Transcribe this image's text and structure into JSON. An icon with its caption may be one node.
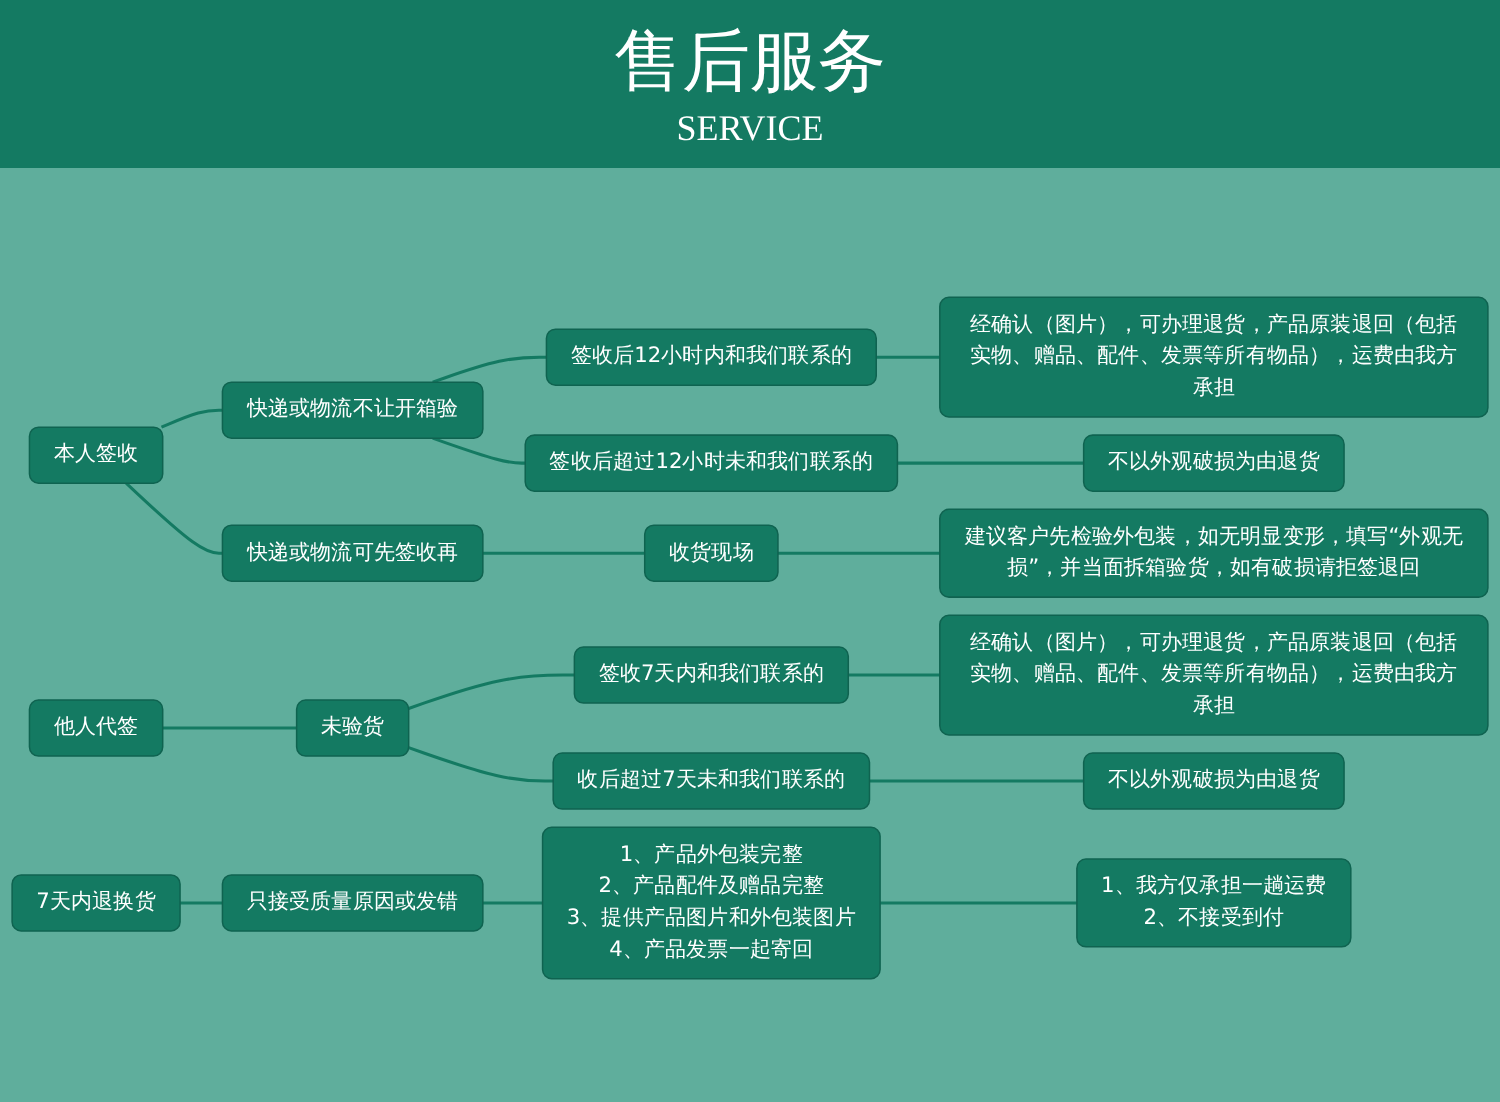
{
  "diagram": {
    "title": "售后服务",
    "nodes": [
      {
        "text": [
          "本人签收"
        ]
      },
      {
        "text": [
          "快递或物流不让开箱验"
        ]
      },
      {
        "text": [
          "快递或物流可先签收再"
        ]
      },
      {
        "text": [
          "签收后12小时内和我们联系的"
        ]
      },
      {
        "text": [
          "签收后超过12小时未和我们联系的"
        ]
      },
      {
        "text": [
          "经确认（图片），可办理退货，产品原装退回（包括实物、赠品、配件、发票等所有物品），运费由我方承担"
        ]
      },
      {
        "text": [
          "不以外观破损为由退货"
        ]
      },
      {
        "text": [
          "收货现场"
        ]
      },
      {
        "text": [
          "建议客户先检验外包装，如无明显变形，填写“外观无损”，并当面拆箱验货，如有破损请拒签退回"
        ]
      },
      {
        "text": [
          "他人代签"
        ]
      },
      {
        "text": [
          "未验货"
        ]
      },
      {
        "text": [
          "签收7天内和我们联系的"
        ]
      },
      {
        "text": [
          "收后超过7天未和我们联系的"
        ]
      },
      {
        "text": [
          "经确认（图片），可办理退货，产品原装退回（包括实物、赠品、配件、发票等所有物品），运费由我方承担"
        ]
      },
      {
        "text": [
          "不以外观破损为由退货"
        ]
      },
      {
        "text": [
          "7天内退换货"
        ]
      },
      {
        "text": [
          "只接受质量原因或发错"
        ]
      },
      {
        "text": [
          "1、产品外包装完整",
          "2、产品配件及赠品完整",
          "3、提供产品图片和外包装图片",
          "4、产品发票一起寄回"
        ]
      },
      {
        "text": [
          "1、我方仅承担一趟运费",
          "2、不接受到付"
        ]
      }
    ],
    "edges": [
      {
        "from": 0,
        "to": 1,
        "arrow": "none"
      },
      {
        "from": 0,
        "to": 2,
        "arrow": "none"
      },
      {
        "from": 1,
        "to": 3,
        "arrow": "none"
      },
      {
        "from": 1,
        "to": 4,
        "arrow": "none"
      },
      {
        "from": 3,
        "to": 5,
        "arrow": "none"
      },
      {
        "from": 4,
        "to": 6,
        "arrow": "none"
      },
      {
        "from": 2,
        "to": 7,
        "arrow": "none"
      },
      {
        "from": 7,
        "to": 8,
        "arrow": "none"
      },
      {
        "from": 9,
        "to": 10,
        "arrow": "none"
      },
      {
        "from": 10,
        "to": 11,
        "arrow": "none"
      },
      {
        "from": 10,
        "to": 12,
        "arrow": "none"
      },
      {
        "from": 11,
        "to": 13,
        "arrow": "none"
      },
      {
        "from": 12,
        "to": 14,
        "arrow": "none"
      },
      {
        "from": 15,
        "to": 16,
        "arrow": "none"
      },
      {
        "from": 16,
        "to": 17,
        "arrow": "none"
      },
      {
        "from": 17,
        "to": 18,
        "arrow": "none"
      }
    ],
    "labels": [
      "SERVICE"
    ]
  }
}
